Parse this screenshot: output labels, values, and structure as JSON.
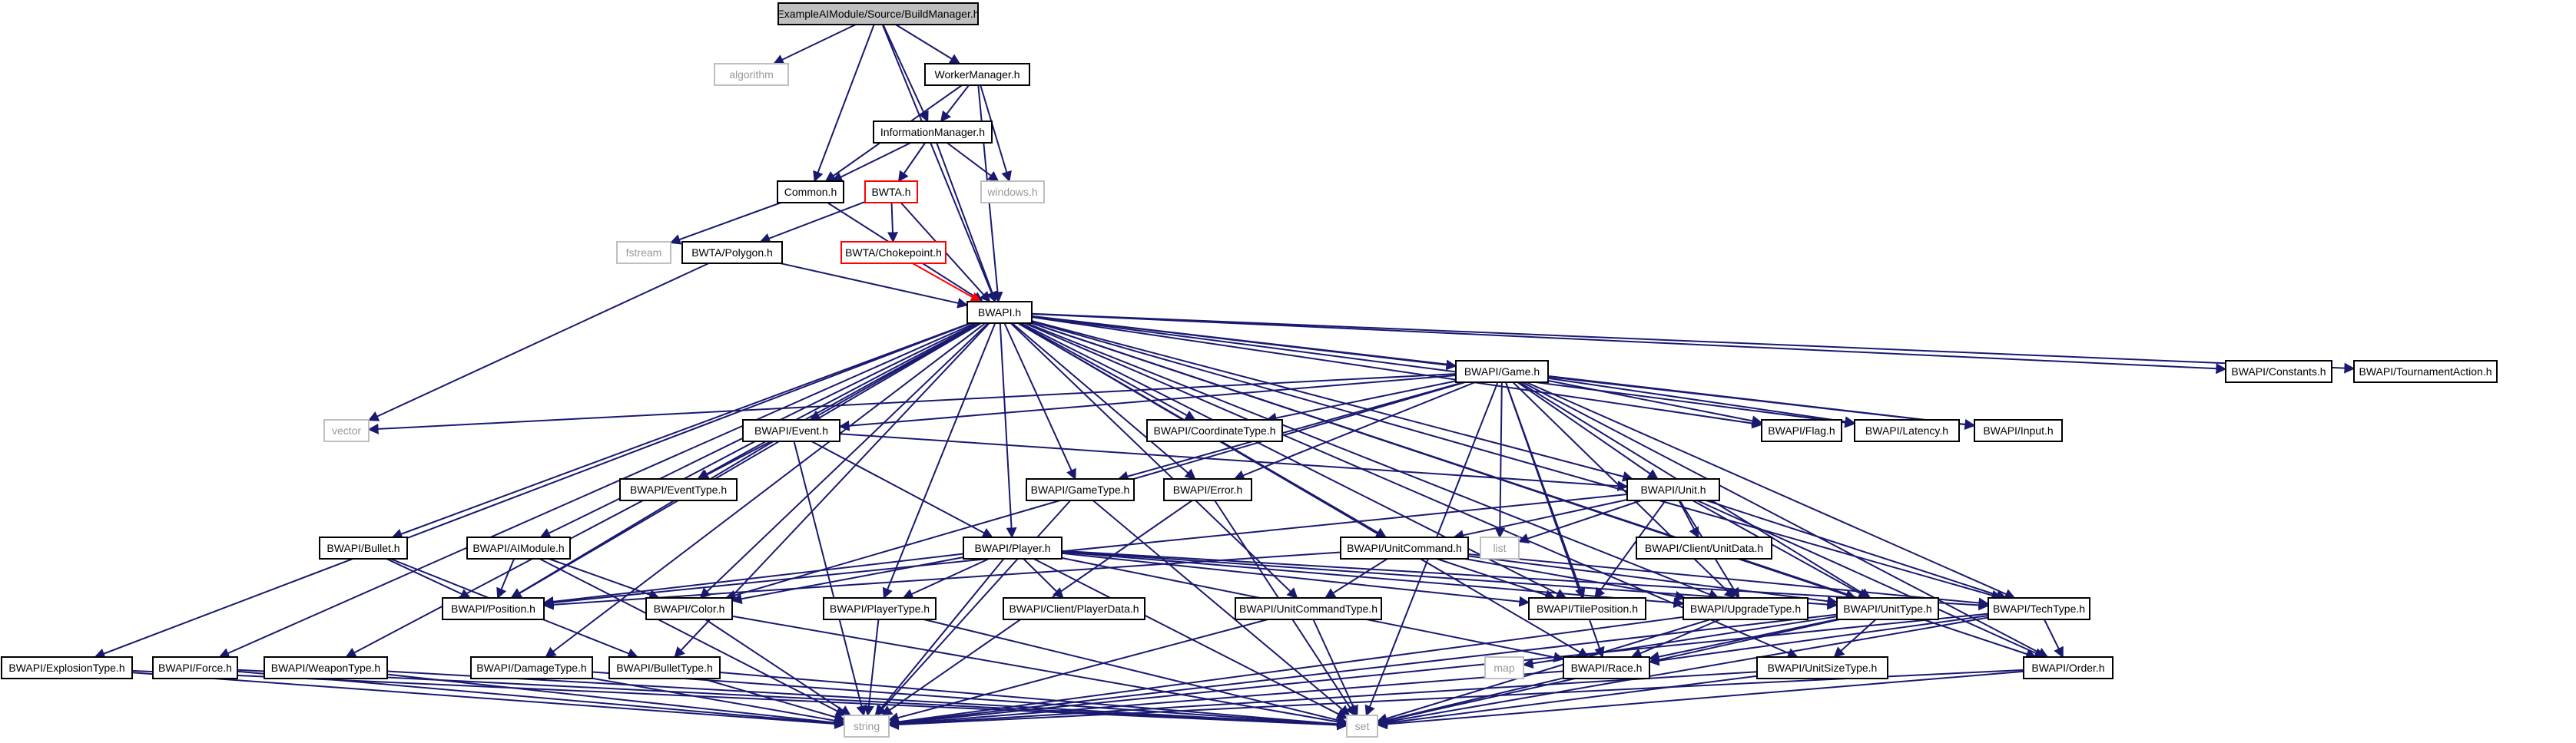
{
  "colors": {
    "edge": "#191970",
    "edge_alt": "#ff0000",
    "root_fill": "#bfbfbf",
    "node_border": "#000000",
    "missing_border": "#bfbfbf",
    "missing_text": "#999999",
    "undocumented_border": "#ff0000",
    "text": "#000000"
  },
  "nodes": [
    {
      "id": "root",
      "label": "ExampleAIModule/Source/BuildManager.h",
      "kind": "root"
    },
    {
      "id": "algorithm",
      "label": "algorithm",
      "kind": "missing"
    },
    {
      "id": "workermgr",
      "label": "WorkerManager.h",
      "kind": "normal"
    },
    {
      "id": "infomgr",
      "label": "InformationManager.h",
      "kind": "normal"
    },
    {
      "id": "common",
      "label": "Common.h",
      "kind": "normal"
    },
    {
      "id": "bwta",
      "label": "BWTA.h",
      "kind": "red"
    },
    {
      "id": "windows",
      "label": "windows.h",
      "kind": "missing"
    },
    {
      "id": "fstream",
      "label": "fstream",
      "kind": "missing"
    },
    {
      "id": "polygon",
      "label": "BWTA/Polygon.h",
      "kind": "normal"
    },
    {
      "id": "chokepoint",
      "label": "BWTA/Chokepoint.h",
      "kind": "red"
    },
    {
      "id": "bwapi",
      "label": "BWAPI.h",
      "kind": "normal"
    },
    {
      "id": "game",
      "label": "BWAPI/Game.h",
      "kind": "normal"
    },
    {
      "id": "constants",
      "label": "BWAPI/Constants.h",
      "kind": "normal"
    },
    {
      "id": "tournament",
      "label": "BWAPI/TournamentAction.h",
      "kind": "normal"
    },
    {
      "id": "vector",
      "label": "vector",
      "kind": "missing"
    },
    {
      "id": "event",
      "label": "BWAPI/Event.h",
      "kind": "normal"
    },
    {
      "id": "coordtype",
      "label": "BWAPI/CoordinateType.h",
      "kind": "normal"
    },
    {
      "id": "flag",
      "label": "BWAPI/Flag.h",
      "kind": "normal"
    },
    {
      "id": "latency",
      "label": "BWAPI/Latency.h",
      "kind": "normal"
    },
    {
      "id": "input",
      "label": "BWAPI/Input.h",
      "kind": "normal"
    },
    {
      "id": "eventtype",
      "label": "BWAPI/EventType.h",
      "kind": "normal"
    },
    {
      "id": "gametype",
      "label": "BWAPI/GameType.h",
      "kind": "normal"
    },
    {
      "id": "error",
      "label": "BWAPI/Error.h",
      "kind": "normal"
    },
    {
      "id": "unit",
      "label": "BWAPI/Unit.h",
      "kind": "normal"
    },
    {
      "id": "list",
      "label": "list",
      "kind": "missing"
    },
    {
      "id": "unitdata",
      "label": "BWAPI/Client/UnitData.h",
      "kind": "normal"
    },
    {
      "id": "bullet",
      "label": "BWAPI/Bullet.h",
      "kind": "normal"
    },
    {
      "id": "aimodule",
      "label": "BWAPI/AIModule.h",
      "kind": "normal"
    },
    {
      "id": "player",
      "label": "BWAPI/Player.h",
      "kind": "normal"
    },
    {
      "id": "unitcommand",
      "label": "BWAPI/UnitCommand.h",
      "kind": "normal"
    },
    {
      "id": "position",
      "label": "BWAPI/Position.h",
      "kind": "normal"
    },
    {
      "id": "color",
      "label": "BWAPI/Color.h",
      "kind": "normal"
    },
    {
      "id": "playertype",
      "label": "BWAPI/PlayerType.h",
      "kind": "normal"
    },
    {
      "id": "playerdata",
      "label": "BWAPI/Client/PlayerData.h",
      "kind": "normal"
    },
    {
      "id": "unitcommandtype",
      "label": "BWAPI/UnitCommandType.h",
      "kind": "normal"
    },
    {
      "id": "tileposition",
      "label": "BWAPI/TilePosition.h",
      "kind": "normal"
    },
    {
      "id": "upgradetype",
      "label": "BWAPI/UpgradeType.h",
      "kind": "normal"
    },
    {
      "id": "unittype",
      "label": "BWAPI/UnitType.h",
      "kind": "normal"
    },
    {
      "id": "techtype",
      "label": "BWAPI/TechType.h",
      "kind": "normal"
    },
    {
      "id": "explosiontype",
      "label": "BWAPI/ExplosionType.h",
      "kind": "normal"
    },
    {
      "id": "force",
      "label": "BWAPI/Force.h",
      "kind": "normal"
    },
    {
      "id": "weapontype",
      "label": "BWAPI/WeaponType.h",
      "kind": "normal"
    },
    {
      "id": "damagetype",
      "label": "BWAPI/DamageType.h",
      "kind": "normal"
    },
    {
      "id": "bullettype",
      "label": "BWAPI/BulletType.h",
      "kind": "normal"
    },
    {
      "id": "map",
      "label": "map",
      "kind": "missing"
    },
    {
      "id": "race",
      "label": "BWAPI/Race.h",
      "kind": "normal"
    },
    {
      "id": "unitsizetype",
      "label": "BWAPI/UnitSizeType.h",
      "kind": "normal"
    },
    {
      "id": "order",
      "label": "BWAPI/Order.h",
      "kind": "normal"
    },
    {
      "id": "string",
      "label": "string",
      "kind": "missing"
    },
    {
      "id": "set",
      "label": "set",
      "kind": "missing"
    }
  ],
  "edges": [
    [
      "root",
      "algorithm"
    ],
    [
      "root",
      "workermgr"
    ],
    [
      "root",
      "infomgr"
    ],
    [
      "root",
      "common"
    ],
    [
      "root",
      "bwapi"
    ],
    [
      "workermgr",
      "infomgr"
    ],
    [
      "workermgr",
      "common"
    ],
    [
      "workermgr",
      "windows"
    ],
    [
      "workermgr",
      "bwapi"
    ],
    [
      "infomgr",
      "common"
    ],
    [
      "infomgr",
      "bwta"
    ],
    [
      "infomgr",
      "windows"
    ],
    [
      "infomgr",
      "bwapi"
    ],
    [
      "common",
      "fstream"
    ],
    [
      "common",
      "bwapi"
    ],
    [
      "bwta",
      "polygon"
    ],
    [
      "bwta",
      "chokepoint"
    ],
    [
      "bwta",
      "bwapi"
    ],
    [
      "polygon",
      "vector"
    ],
    [
      "polygon",
      "bwapi"
    ],
    [
      "chokepoint",
      "bwapi",
      "red"
    ],
    [
      "bwapi",
      "game"
    ],
    [
      "bwapi",
      "constants"
    ],
    [
      "bwapi",
      "tournament"
    ],
    [
      "bwapi",
      "event"
    ],
    [
      "bwapi",
      "eventtype"
    ],
    [
      "bwapi",
      "coordtype"
    ],
    [
      "bwapi",
      "flag"
    ],
    [
      "bwapi",
      "latency"
    ],
    [
      "bwapi",
      "input"
    ],
    [
      "bwapi",
      "gametype"
    ],
    [
      "bwapi",
      "error"
    ],
    [
      "bwapi",
      "unit"
    ],
    [
      "bwapi",
      "bullet"
    ],
    [
      "bwapi",
      "aimodule"
    ],
    [
      "bwapi",
      "player"
    ],
    [
      "bwapi",
      "unitcommand"
    ],
    [
      "bwapi",
      "position"
    ],
    [
      "bwapi",
      "color"
    ],
    [
      "bwapi",
      "playertype"
    ],
    [
      "bwapi",
      "unitcommandtype"
    ],
    [
      "bwapi",
      "tileposition"
    ],
    [
      "bwapi",
      "upgradetype"
    ],
    [
      "bwapi",
      "unittype"
    ],
    [
      "bwapi",
      "techtype"
    ],
    [
      "bwapi",
      "explosiontype"
    ],
    [
      "bwapi",
      "force"
    ],
    [
      "bwapi",
      "weapontype"
    ],
    [
      "bwapi",
      "damagetype"
    ],
    [
      "bwapi",
      "bullettype"
    ],
    [
      "bwapi",
      "race"
    ],
    [
      "bwapi",
      "unitsizetype"
    ],
    [
      "bwapi",
      "order"
    ],
    [
      "game",
      "vector"
    ],
    [
      "game",
      "event"
    ],
    [
      "game",
      "coordtype"
    ],
    [
      "game",
      "flag"
    ],
    [
      "game",
      "latency"
    ],
    [
      "game",
      "input"
    ],
    [
      "game",
      "gametype"
    ],
    [
      "game",
      "error"
    ],
    [
      "game",
      "unit"
    ],
    [
      "game",
      "list"
    ],
    [
      "game",
      "color"
    ],
    [
      "game",
      "upgradetype"
    ],
    [
      "game",
      "unittype"
    ],
    [
      "game",
      "techtype"
    ],
    [
      "game",
      "race"
    ],
    [
      "game",
      "order"
    ],
    [
      "game",
      "set"
    ],
    [
      "game",
      "tileposition"
    ],
    [
      "event",
      "eventtype"
    ],
    [
      "event",
      "player"
    ],
    [
      "event",
      "unit"
    ],
    [
      "event",
      "position"
    ],
    [
      "event",
      "string"
    ],
    [
      "unit",
      "list"
    ],
    [
      "unit",
      "unitdata"
    ],
    [
      "unit",
      "unitcommand"
    ],
    [
      "unit",
      "position"
    ],
    [
      "unit",
      "tileposition"
    ],
    [
      "unit",
      "upgradetype"
    ],
    [
      "unit",
      "unittype"
    ],
    [
      "unit",
      "techtype"
    ],
    [
      "unit",
      "order"
    ],
    [
      "player",
      "position"
    ],
    [
      "player",
      "color"
    ],
    [
      "player",
      "playertype"
    ],
    [
      "player",
      "playerdata"
    ],
    [
      "player",
      "race"
    ],
    [
      "player",
      "tileposition"
    ],
    [
      "player",
      "upgradetype"
    ],
    [
      "player",
      "unittype"
    ],
    [
      "player",
      "techtype"
    ],
    [
      "player",
      "string"
    ],
    [
      "player",
      "set"
    ],
    [
      "unitcommand",
      "unitcommandtype"
    ],
    [
      "unitcommand",
      "position"
    ],
    [
      "unitcommand",
      "tileposition"
    ],
    [
      "unitcommand",
      "upgradetype"
    ],
    [
      "unitcommand",
      "unittype"
    ],
    [
      "unitcommand",
      "techtype"
    ],
    [
      "bullet",
      "position"
    ],
    [
      "bullet",
      "bullettype"
    ],
    [
      "aimodule",
      "position"
    ],
    [
      "aimodule",
      "color"
    ],
    [
      "aimodule",
      "string"
    ],
    [
      "gametype",
      "string"
    ],
    [
      "gametype",
      "set"
    ],
    [
      "error",
      "string"
    ],
    [
      "error",
      "set"
    ],
    [
      "color",
      "string"
    ],
    [
      "color",
      "set"
    ],
    [
      "playertype",
      "string"
    ],
    [
      "playertype",
      "set"
    ],
    [
      "unitcommandtype",
      "string"
    ],
    [
      "unitcommandtype",
      "set"
    ],
    [
      "upgradetype",
      "race"
    ],
    [
      "upgradetype",
      "string"
    ],
    [
      "upgradetype",
      "set"
    ],
    [
      "unittype",
      "race"
    ],
    [
      "unittype",
      "unitsizetype"
    ],
    [
      "unittype",
      "map"
    ],
    [
      "unittype",
      "string"
    ],
    [
      "unittype",
      "set"
    ],
    [
      "techtype",
      "race"
    ],
    [
      "techtype",
      "order"
    ],
    [
      "techtype",
      "string"
    ],
    [
      "techtype",
      "set"
    ],
    [
      "explosiontype",
      "string"
    ],
    [
      "explosiontype",
      "set"
    ],
    [
      "force",
      "string"
    ],
    [
      "force",
      "set"
    ],
    [
      "weapontype",
      "string"
    ],
    [
      "weapontype",
      "set"
    ],
    [
      "damagetype",
      "string"
    ],
    [
      "damagetype",
      "set"
    ],
    [
      "bullettype",
      "string"
    ],
    [
      "bullettype",
      "set"
    ],
    [
      "race",
      "string"
    ],
    [
      "race",
      "set"
    ],
    [
      "unitsizetype",
      "string"
    ],
    [
      "unitsizetype",
      "set"
    ],
    [
      "order",
      "string"
    ],
    [
      "order",
      "set"
    ]
  ]
}
